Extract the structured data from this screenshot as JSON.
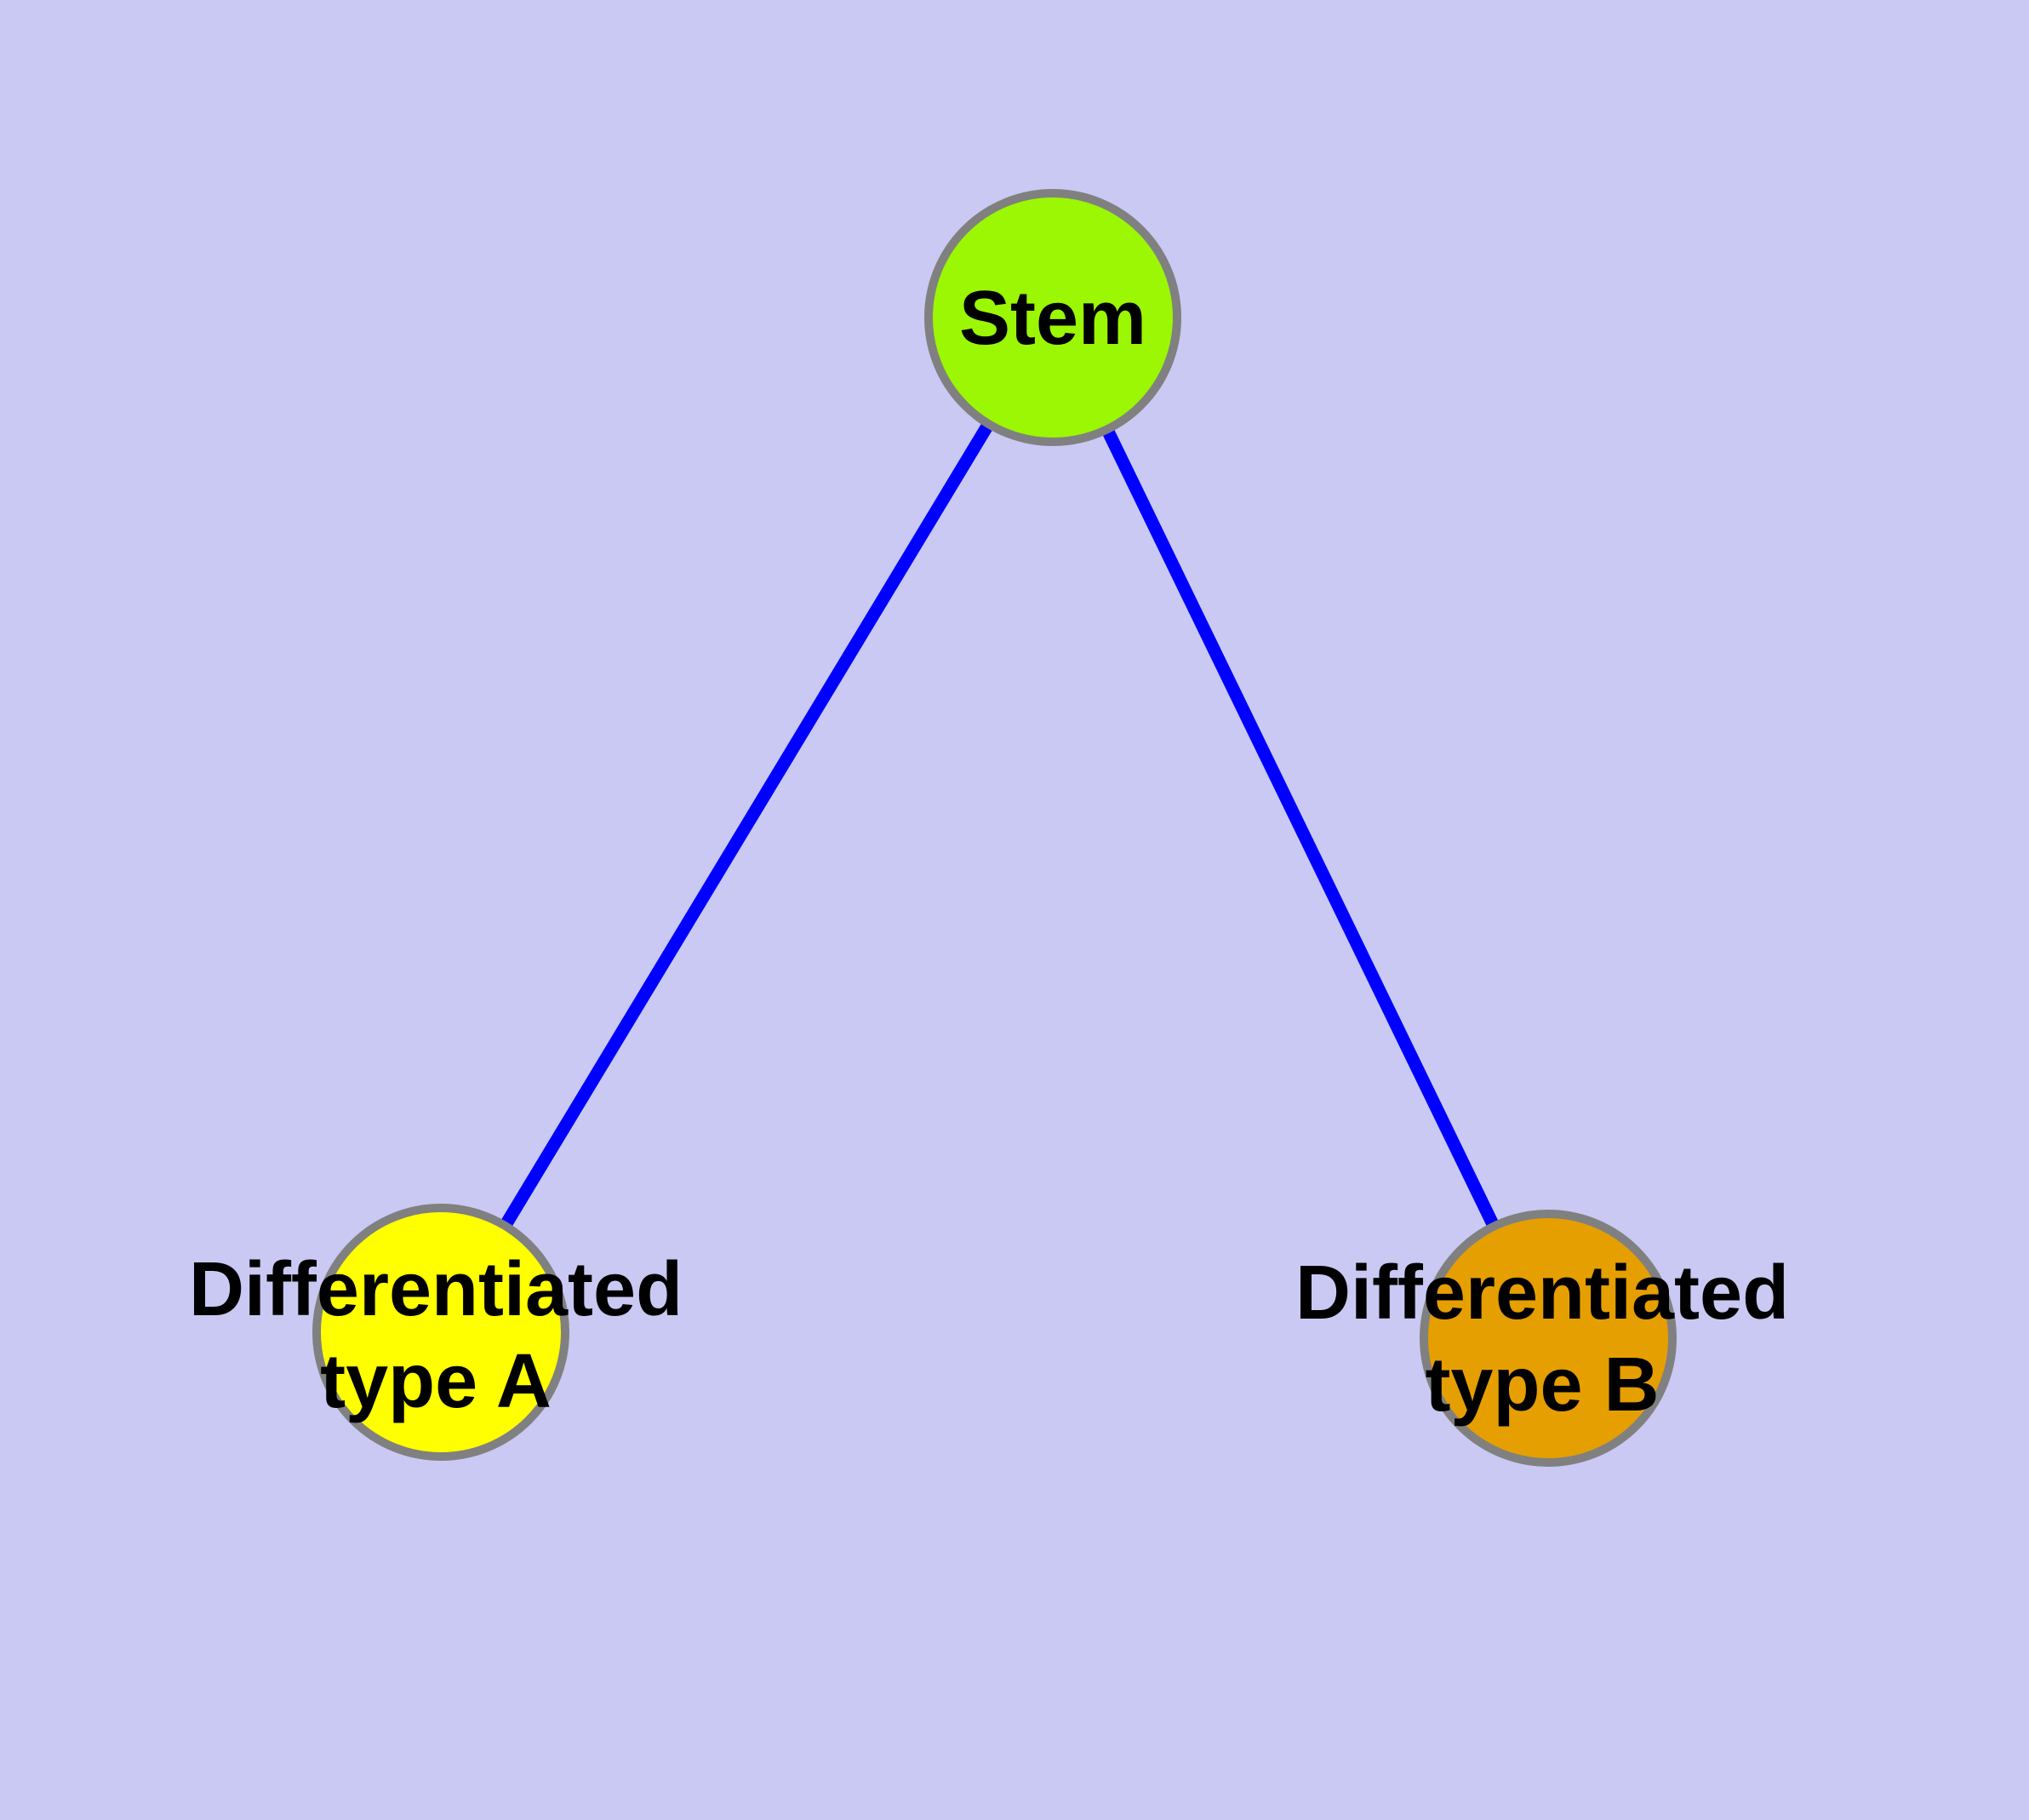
{
  "diagram": {
    "background_color": "#C9C9F3",
    "edge_color": "#0000FF",
    "node_border_color": "#808080",
    "label_color": "#000000",
    "nodes": [
      {
        "id": "stem",
        "lines": [
          "Stem"
        ],
        "fill": "#9BF704"
      },
      {
        "id": "differentiated-type-a",
        "lines": [
          "Differentiated",
          "type A"
        ],
        "fill": "#FFFF00"
      },
      {
        "id": "differentiated-type-b",
        "lines": [
          "Differentiated",
          "type B"
        ],
        "fill": "#E69F00"
      }
    ],
    "edges": [
      {
        "from": "stem",
        "to": "differentiated-type-a"
      },
      {
        "from": "stem",
        "to": "differentiated-type-b"
      }
    ]
  }
}
